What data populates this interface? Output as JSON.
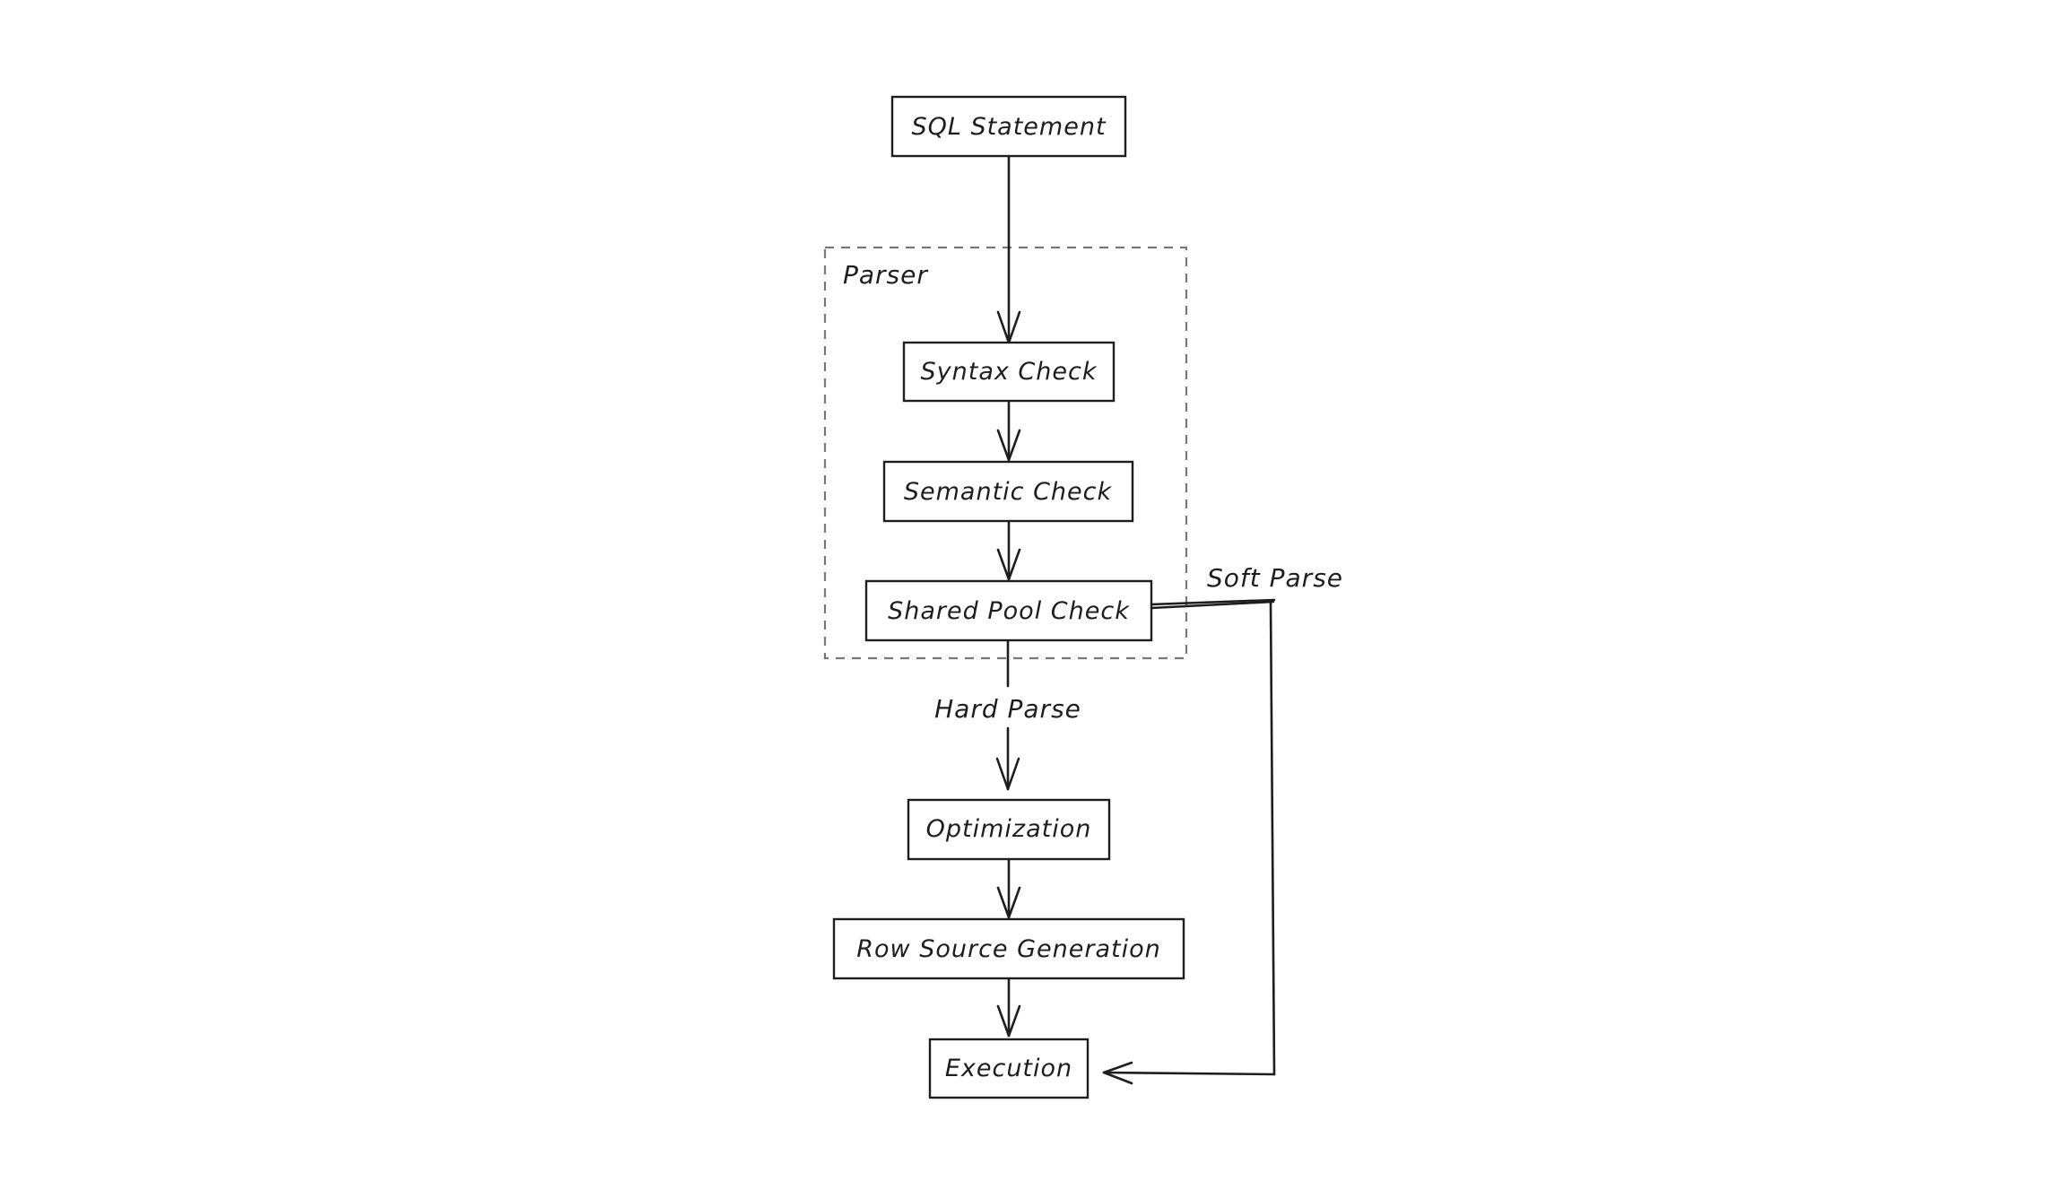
{
  "diagram": {
    "group": {
      "label": "Parser"
    },
    "nodes": {
      "sql_statement": "SQL Statement",
      "syntax_check": "Syntax Check",
      "semantic_check": "Semantic Check",
      "shared_pool_check": "Shared Pool Check",
      "optimization": "Optimization",
      "row_source_generation": "Row Source Generation",
      "execution": "Execution"
    },
    "edges": [
      {
        "from": "sql_statement",
        "to": "syntax_check",
        "label": ""
      },
      {
        "from": "syntax_check",
        "to": "semantic_check",
        "label": ""
      },
      {
        "from": "semantic_check",
        "to": "shared_pool_check",
        "label": ""
      },
      {
        "from": "shared_pool_check",
        "to": "optimization",
        "label": "Hard Parse"
      },
      {
        "from": "optimization",
        "to": "row_source_generation",
        "label": ""
      },
      {
        "from": "row_source_generation",
        "to": "execution",
        "label": ""
      },
      {
        "from": "shared_pool_check",
        "to": "execution",
        "label": "Soft Parse"
      }
    ],
    "edge_labels": {
      "hard_parse": "Hard Parse",
      "soft_parse": "Soft Parse"
    },
    "colors": {
      "stroke": "#1e1e1e",
      "group_frame": "#777777",
      "background": "#ffffff"
    }
  }
}
